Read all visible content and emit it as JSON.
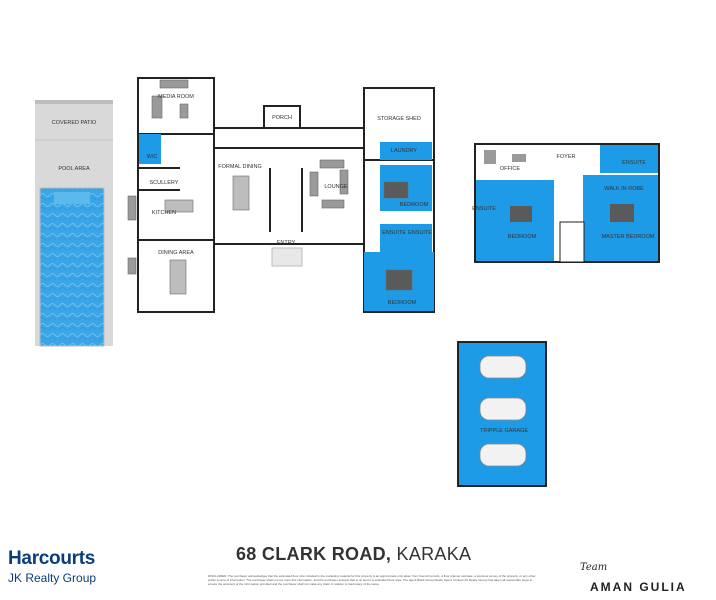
{
  "rooms": {
    "covered_patio": "COVERED PATIO",
    "pool_area": "POOL AREA",
    "media_room": "MEDIA ROOM",
    "wc": "W/C",
    "scullery": "SCULLERY",
    "kitchen": "KITCHEN",
    "dining_area": "DINING AREA",
    "porch": "PORCH",
    "formal_dining": "FORMAL DINING",
    "lounge": "LOUNGE",
    "entry": "ENTRY",
    "storage_shed": "STORAGE SHED",
    "laundry": "LAUNDRY",
    "bedroom_1": "BEDROOM",
    "ensuite_1": "ENSUITE",
    "ensuite_2": "ENSUITE",
    "bedroom_2": "BEDROOM",
    "office": "OFFICE",
    "foyer": "FOYER",
    "ensuite_3": "ENSUITE",
    "walk_in_robe": "WALK IN ROBE",
    "ensuite_4": "ENSUITE",
    "bedroom_3": "BEDROOM",
    "master_bedroom": "MASTER BEDROOM",
    "garage": "TRIPPLE GARAGE"
  },
  "colors": {
    "highlight": "#1e9be6",
    "pool": "#3aa6e8",
    "wall": "#222222",
    "paving": "#d6d6d6",
    "brand": "#0a3d7a"
  },
  "footer": {
    "brand_name": "Harcourts",
    "brand_sub": "JK Realty Group",
    "address_bold": "68 CLARK ROAD,",
    "address_rest": " KARAKA",
    "disclaimer": "DISCLAIMER: The purchaser acknowledges that the estimated floor size included in the marketing material for this property is an approximate only taken from Council records, a floor planner estimate, a previous survey of the property, or any other public source of information. The purchaser shall not rely upon this information, and the purchaser accepts that to its best it is estimated floor area. The agent Black Group Realty Specs Limited (JK Realty Group) has taken all reasonable steps to ensure the accuracy of the information provided and the purchaser shall not make any claim in relation to inaccuracy of the same.",
    "team_script": "Team",
    "team_name": "AMAN GULIA"
  }
}
